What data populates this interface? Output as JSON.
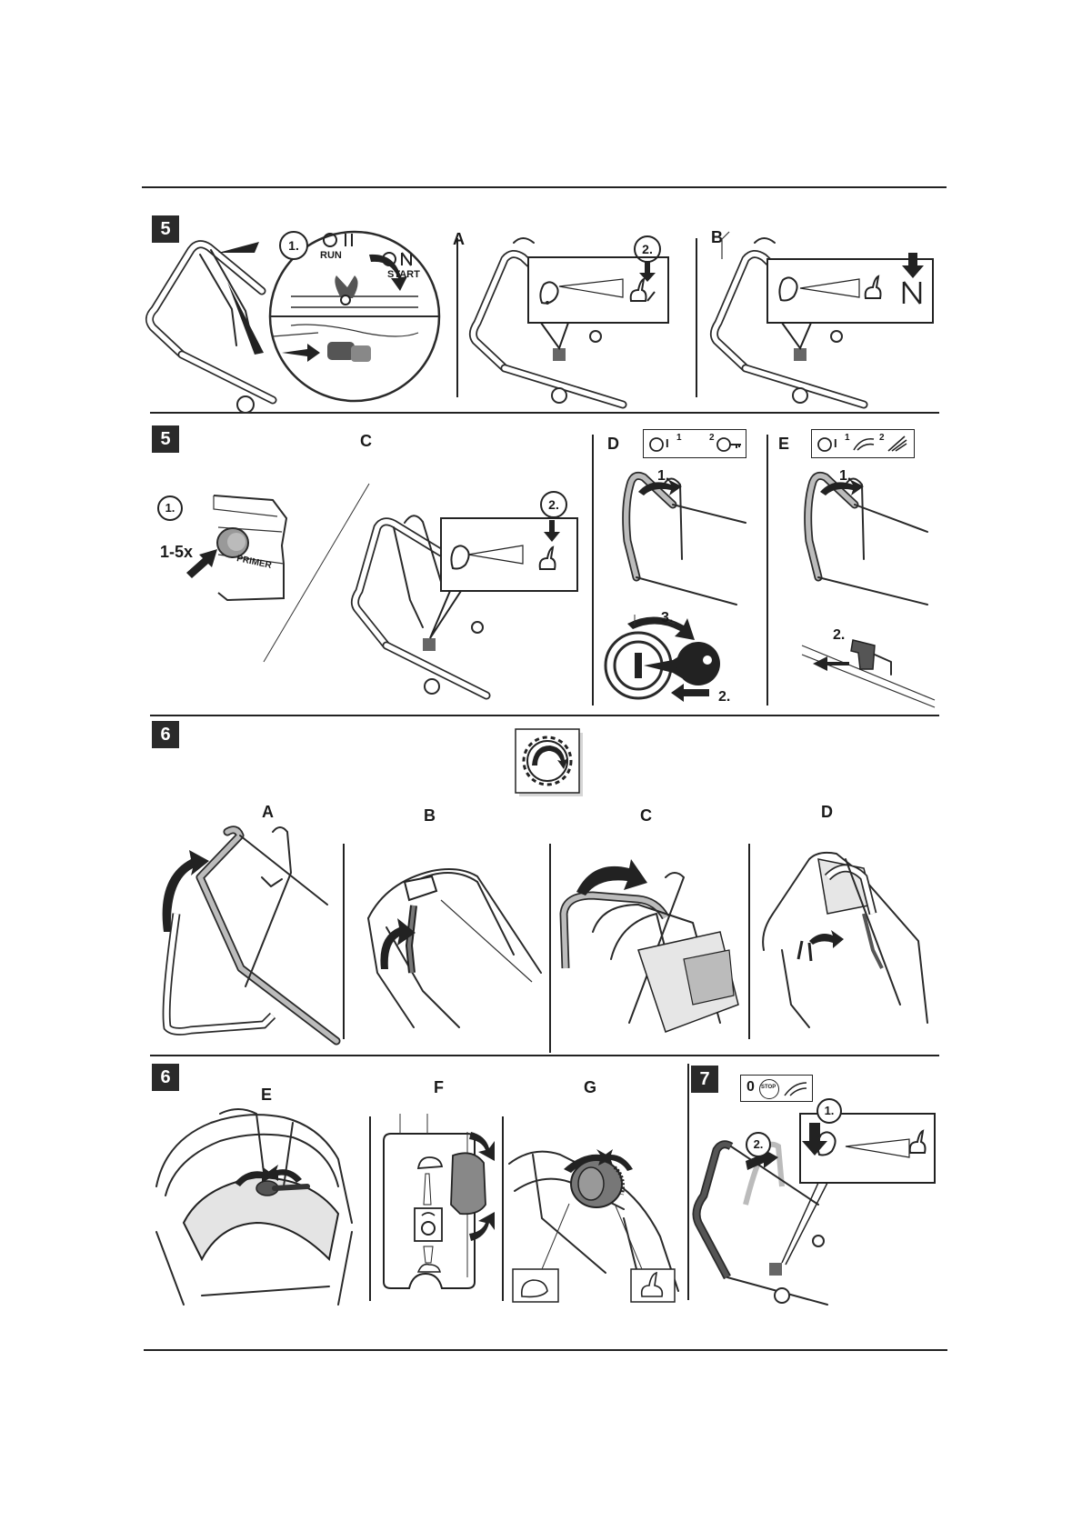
{
  "sections": {
    "row1_step": "5",
    "row2_step": "5",
    "row3_step": "6",
    "row4_step": "6",
    "row4_step_b": "7"
  },
  "row1": {
    "step_circle": "1.",
    "panel_a": "A",
    "panel_b": "B",
    "a_step": "2.",
    "run_label": "RUN",
    "start_label": "START"
  },
  "row2": {
    "panel_c": "C",
    "panel_d": "D",
    "panel_e": "E",
    "primer_step": "1.",
    "primer_count": "1-5x",
    "primer_label": "PRIMER",
    "c_step": "2.",
    "d_step1": "1.",
    "d_step2": "2.",
    "d_step3": "3.",
    "d_legend_1": "1",
    "d_legend_2": "2",
    "e_step1": "1.",
    "e_step2": "2.",
    "e_legend_1": "1",
    "e_legend_2": "2",
    "legend_i": "I"
  },
  "row3": {
    "panel_a": "A",
    "panel_b": "B",
    "panel_c": "C",
    "panel_d": "D"
  },
  "row4": {
    "panel_e": "E",
    "panel_f": "F",
    "panel_g": "G",
    "s7_step1": "1.",
    "s7_step2": "2.",
    "s7_legend_zero": "0",
    "s7_legend_stop": "STOP"
  },
  "icons": [
    "turtle-icon",
    "hare-icon",
    "throttle-wedge-icon",
    "key-icon",
    "gear-wheel-icon",
    "arrow-icon"
  ],
  "colors": {
    "ink": "#2a2a2a",
    "grey": "#8c8c8c",
    "light": "#d6d6d6",
    "paper": "#ffffff"
  }
}
